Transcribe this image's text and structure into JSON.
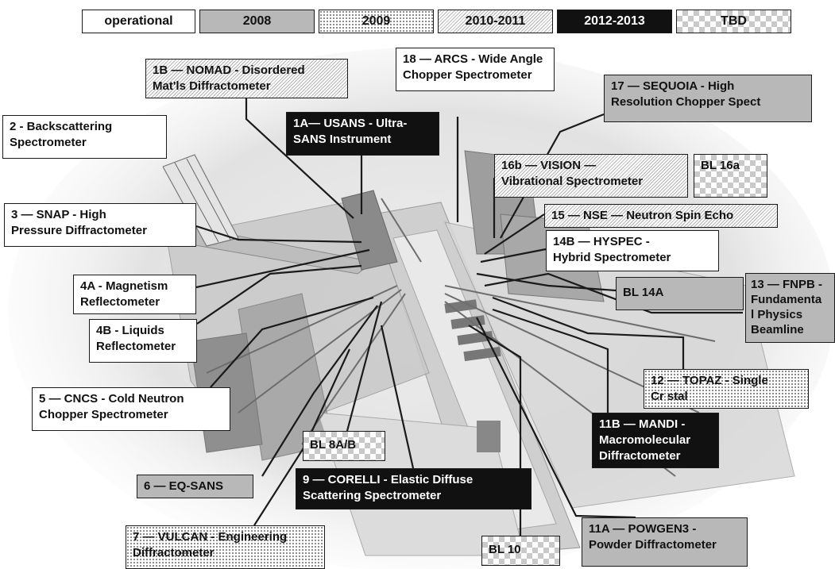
{
  "legend": [
    {
      "label": "operational",
      "cls": "operational"
    },
    {
      "label": "2008",
      "cls": "y2008"
    },
    {
      "label": "2009",
      "cls": "y2009"
    },
    {
      "label": "2010-2011",
      "cls": "y2010"
    },
    {
      "label": "2012-2013",
      "cls": "y2012"
    },
    {
      "label": "TBD",
      "cls": "tbd"
    }
  ],
  "beamlines": {
    "bl18": {
      "lines": [
        "18 — ARCS - Wide Angle",
        "Chopper  Spectrometer"
      ],
      "status": "operational"
    },
    "bl1b": {
      "lines": [
        "1B — NOMAD - Disordered",
        "Mat'ls Diffractometer"
      ],
      "status": "2010-2011"
    },
    "bl17": {
      "lines": [
        "17 — SEQUOIA - High",
        "Resolution Chopper  Spect"
      ],
      "status": "2008"
    },
    "bl2": {
      "lines": [
        "2 - Backscattering",
        "Spectrometer"
      ],
      "status": "operational"
    },
    "bl1a": {
      "lines": [
        "1A— USANS - Ultra-",
        "SANS Instrument"
      ],
      "status": "2012-2013"
    },
    "bl16b": {
      "lines": [
        "16b — VISION —",
        "Vibrational Spectrometer"
      ],
      "status": "2010-2011"
    },
    "bl16a": {
      "lines": [
        "BL 16a"
      ],
      "status": "TBD"
    },
    "bl3": {
      "lines": [
        "3 — SNAP - High",
        "Pressure Diffractometer"
      ],
      "status": "operational"
    },
    "bl15": {
      "lines": [
        "15 — NSE — Neutron Spin Echo"
      ],
      "status": "2010-2011"
    },
    "bl14b": {
      "lines": [
        "14B — HYSPEC -",
        "Hybrid Spectrometer"
      ],
      "status": "operational"
    },
    "bl4a": {
      "lines": [
        "4A - Magnetism",
        "Reflectometer"
      ],
      "status": "operational"
    },
    "bl14a": {
      "lines": [
        "BL 14A"
      ],
      "status": "2008"
    },
    "bl13": {
      "lines": [
        "13 — FNPB -",
        "Fundamenta",
        "l Physics",
        "Beamline"
      ],
      "status": "2008"
    },
    "bl4b": {
      "lines": [
        "4B - Liquids",
        "Reflectometer"
      ],
      "status": "operational"
    },
    "bl5": {
      "lines": [
        "5 — CNCS - Cold Neutron",
        "Chopper  Spectrometer"
      ],
      "status": "operational"
    },
    "bl12": {
      "lines": [
        "12 — TOPAZ - Single",
        "Cr  stal"
      ],
      "status": "2009"
    },
    "bl11b": {
      "lines": [
        "11B — MANDI -",
        "Macromolecular",
        "Diffractometer"
      ],
      "status": "2012-2013"
    },
    "bl8ab": {
      "lines": [
        "BL 8A/B"
      ],
      "status": "TBD"
    },
    "bl6": {
      "lines": [
        "6 — EQ-SANS"
      ],
      "status": "2008"
    },
    "bl9": {
      "lines": [
        "9 — CORELLI -  Elastic Diffuse",
        "Scattering Spectrometer"
      ],
      "status": "2012-2013"
    },
    "bl7": {
      "lines": [
        "7 — VULCAN - Engineering",
        "Diffractometer"
      ],
      "status": "2009"
    },
    "bl10": {
      "lines": [
        "BL 10"
      ],
      "status": "TBD"
    },
    "bl11a": {
      "lines": [
        "11A — POWGEN3 -",
        "Powder Diffractometer"
      ],
      "status": "2008"
    }
  }
}
